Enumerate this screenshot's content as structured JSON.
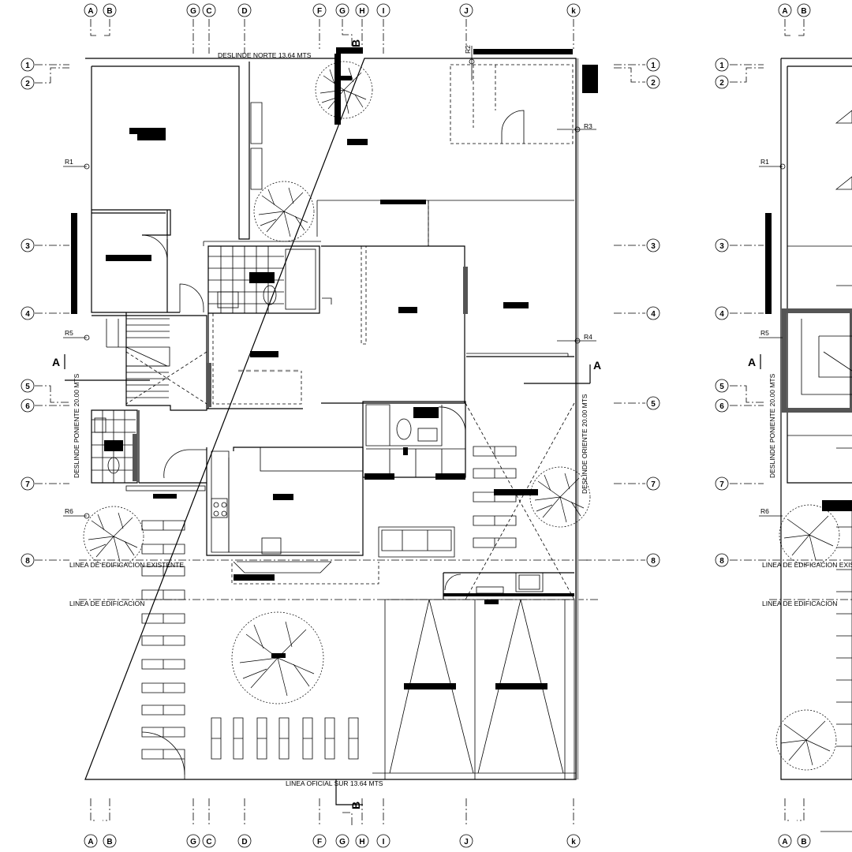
{
  "axes_top": {
    "letters": [
      {
        "id": "A",
        "label": "A"
      },
      {
        "id": "B",
        "label": "B"
      },
      {
        "id": "G1",
        "label": "G"
      },
      {
        "id": "C",
        "label": "C"
      },
      {
        "id": "D",
        "label": "D"
      },
      {
        "id": "F",
        "label": "F"
      },
      {
        "id": "G2",
        "label": "G"
      },
      {
        "id": "H",
        "label": "H"
      },
      {
        "id": "I",
        "label": "I"
      },
      {
        "id": "J",
        "label": "J"
      },
      {
        "id": "K",
        "label": "k"
      }
    ]
  },
  "axes_side": {
    "numbers": [
      {
        "id": "1",
        "label": "1"
      },
      {
        "id": "2",
        "label": "2"
      },
      {
        "id": "3",
        "label": "3"
      },
      {
        "id": "4",
        "label": "4"
      },
      {
        "id": "5",
        "label": "5"
      },
      {
        "id": "6",
        "label": "6"
      },
      {
        "id": "7",
        "label": "7"
      },
      {
        "id": "8",
        "label": "8"
      }
    ]
  },
  "references": {
    "r1": "R1",
    "r2": "R2",
    "r3": "R3",
    "r4": "R4",
    "r5": "R5",
    "r6": "R6"
  },
  "boundaries": {
    "north": "DESLINDE NORTE 13.64 MTS",
    "south": "LINEA OFICIAL SUR 13.64 MTS",
    "west": "DESLINDE  PONIENTE 20.00 MTS",
    "east": "DESLINDE  ORIENTE 20.00 MTS"
  },
  "building_lines": {
    "existing": "LINEA DE EDIFICACION EXISTENTE",
    "new": "LINEA DE EDIFICACION"
  },
  "section_marks": {
    "a": "A",
    "b": "B"
  }
}
